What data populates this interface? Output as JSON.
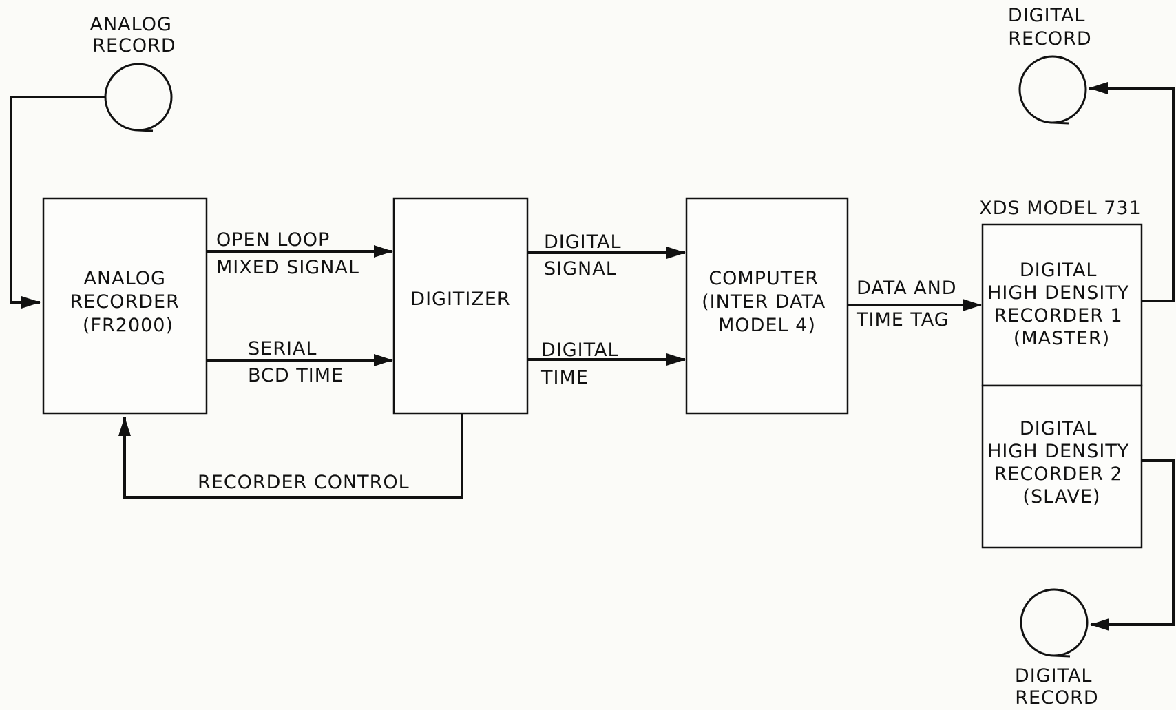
{
  "reels": {
    "analog_record": [
      "ANALOG",
      "RECORD"
    ],
    "digital_record_top": [
      "DIGITAL",
      "RECORD"
    ],
    "digital_record_bottom": [
      "DIGITAL",
      "RECORD"
    ]
  },
  "blocks": {
    "analog_recorder": [
      "ANALOG",
      "RECORDER",
      "(FR2000)"
    ],
    "digitizer": [
      "DIGITIZER"
    ],
    "computer": [
      "COMPUTER",
      "(INTER DATA",
      "MODEL 4)"
    ],
    "hdr1": [
      "DIGITAL",
      "HIGH DENSITY",
      "RECORDER 1",
      "(MASTER)"
    ],
    "hdr2": [
      "DIGITAL",
      "HIGH DENSITY",
      "RECORDER 2",
      "(SLAVE)"
    ]
  },
  "group_label": "XDS MODEL 731",
  "signals": {
    "open_loop": [
      "OPEN  LOOP",
      "MIXED SIGNAL"
    ],
    "serial_bcd": [
      "SERIAL",
      "BCD TIME"
    ],
    "digital_signal": [
      "DIGITAL",
      "SIGNAL"
    ],
    "digital_time": [
      "DIGITAL",
      "TIME"
    ],
    "data_time_tag": [
      "DATA  AND",
      "TIME TAG"
    ],
    "recorder_control": [
      "RECORDER  CONTROL"
    ]
  }
}
